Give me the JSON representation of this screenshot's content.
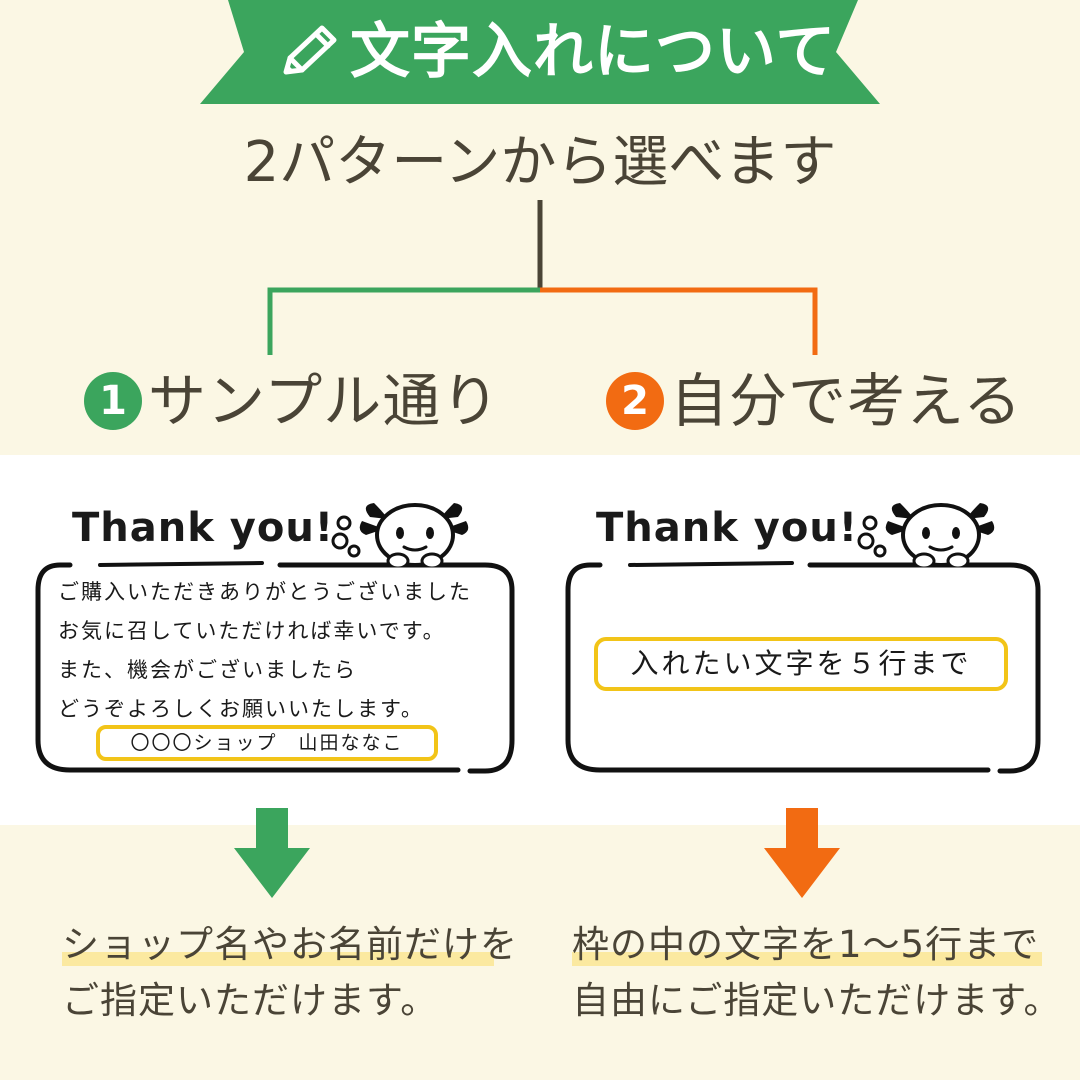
{
  "colors": {
    "background": "#fbf7e4",
    "green": "#3ba55d",
    "orange": "#f26b12",
    "text": "#4a4436",
    "yellow": "#f2c418",
    "highlight": "#fbe9a0"
  },
  "banner": {
    "icon": "pencil-icon",
    "title": "文字入れについて"
  },
  "subtitle": "2パターンから選べます",
  "options": [
    {
      "number": "1",
      "label": "サンプル通り"
    },
    {
      "number": "2",
      "label": "自分で考える"
    }
  ],
  "cards": [
    {
      "thank_you": "Thank you!",
      "mascot_icon": "axolotl-mascot-icon",
      "lines": [
        "ご購入いただきありがとうございました",
        "お気に召していただければ幸いです。",
        "また、機会がございましたら",
        "どうぞよろしくお願いいたします。"
      ],
      "shop_line": "〇〇〇ショップ　山田ななこ"
    },
    {
      "thank_you": "Thank you!",
      "mascot_icon": "axolotl-mascot-icon",
      "placeholder": "入れたい文字を５行まで"
    }
  ],
  "descriptions": [
    {
      "line1": "ショップ名やお名前だけを",
      "line2": "ご指定いただけます。"
    },
    {
      "line1": "枠の中の文字を1～5行まで",
      "line2": "自由にご指定いただけます。"
    }
  ]
}
